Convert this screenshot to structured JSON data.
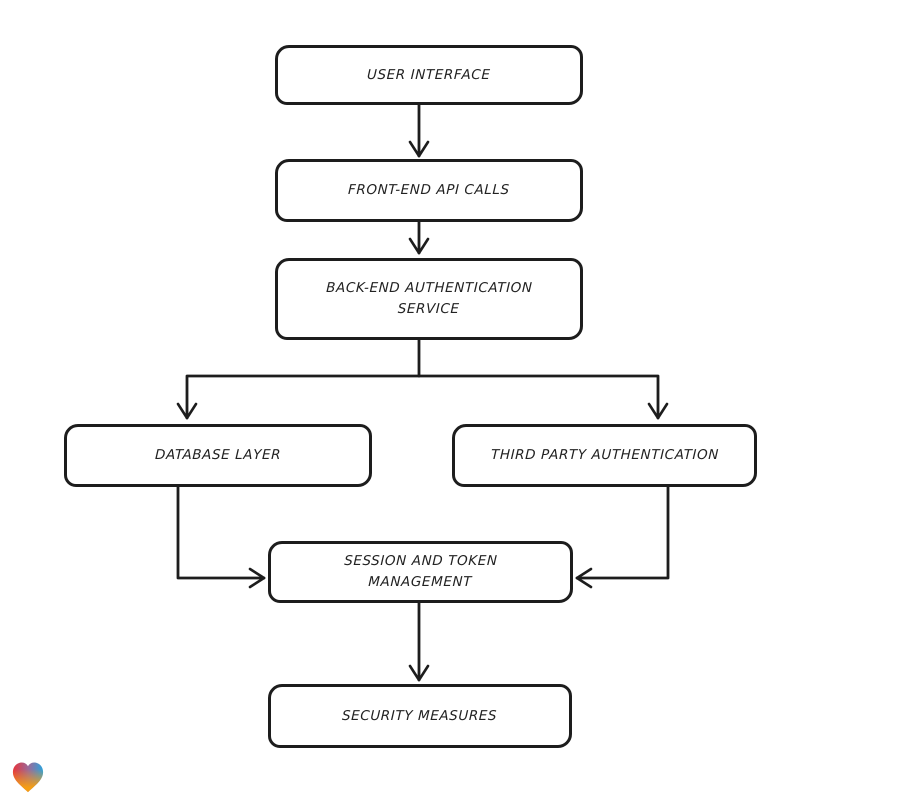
{
  "canvas": {
    "background": "#ffffff",
    "stroke_color": "#1d1d1d",
    "node_fill": "#ffffff",
    "text_color": "#222222"
  },
  "nodes": {
    "user_interface": {
      "label": "USER INTERFACE"
    },
    "front_end_api_calls": {
      "label": "FRONT-END API CALLS"
    },
    "back_end_authentication_service": {
      "label": "BACK-END AUTHENTICATION SERVICE"
    },
    "database_layer": {
      "label": "DATABASE LAYER"
    },
    "third_party_authentication": {
      "label": "THIRD PARTY AUTHENTICATION"
    },
    "session_and_token_management": {
      "label": "SESSION AND TOKEN MANAGEMENT"
    },
    "security_measures": {
      "label": "SECURITY MEASURES"
    }
  },
  "edges": [
    {
      "from": "user_interface",
      "to": "front_end_api_calls"
    },
    {
      "from": "front_end_api_calls",
      "to": "back_end_authentication_service"
    },
    {
      "from": "back_end_authentication_service",
      "to": "database_layer"
    },
    {
      "from": "back_end_authentication_service",
      "to": "third_party_authentication"
    },
    {
      "from": "database_layer",
      "to": "session_and_token_management"
    },
    {
      "from": "third_party_authentication",
      "to": "session_and_token_management"
    },
    {
      "from": "session_and_token_management",
      "to": "security_measures"
    }
  ],
  "logo": {
    "icon": "heart-logo-icon",
    "colors": {
      "red": "#e8333a",
      "blue": "#2aa3dd",
      "orange": "#f69e12"
    }
  }
}
